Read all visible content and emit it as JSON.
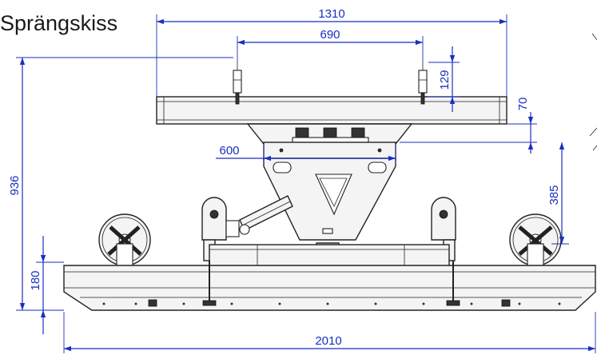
{
  "title": "Sprängskiss",
  "dimensions": {
    "top_width": "1310",
    "hook_spacing": "690",
    "hook_height": "129",
    "beam_height": "70",
    "plate_width": "600",
    "center_height": "385",
    "total_height": "936",
    "frame_height": "180",
    "total_width": "2010"
  },
  "colors": {
    "dimension": "#1a2fbf",
    "outline": "#222222"
  }
}
